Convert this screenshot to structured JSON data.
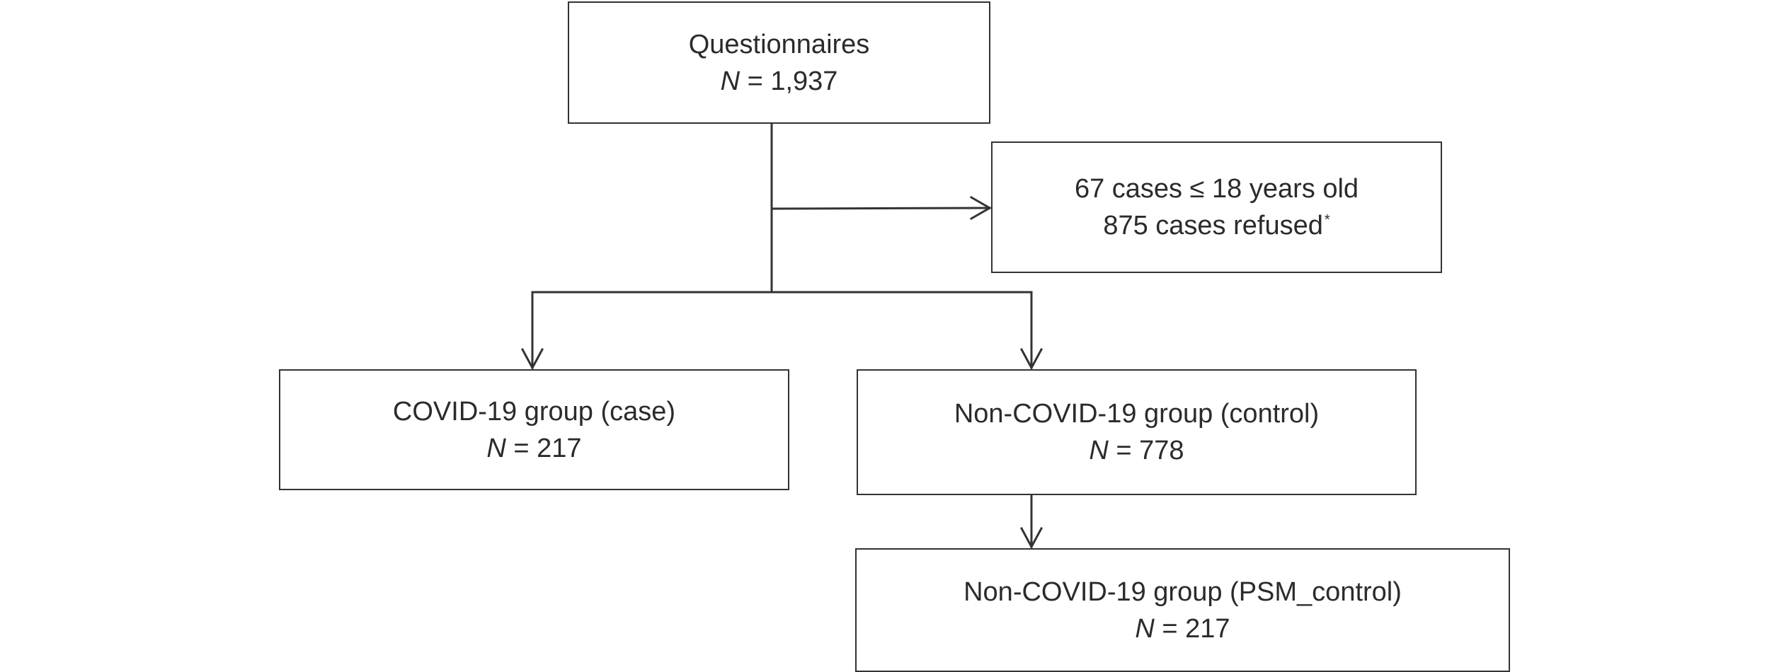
{
  "diagram": {
    "questionnaires": {
      "label": "Questionnaires",
      "n_symbol": "N",
      "n_value": " = 1,937"
    },
    "exclusions": {
      "line1": "67 cases ≤ 18 years old",
      "line2": "875 cases refused",
      "footnote_mark": "*"
    },
    "case_group": {
      "label": "COVID-19 group (case)",
      "n_symbol": "N",
      "n_value": " = 217"
    },
    "control_group": {
      "label": "Non-COVID-19 group (control)",
      "n_symbol": "N",
      "n_value": " = 778"
    },
    "psm_control_group": {
      "label": "Non-COVID-19 group (PSM_control)",
      "n_symbol": "N",
      "n_value": " = 217"
    },
    "colors": {
      "stroke": "#333333",
      "text": "#2b2b2b",
      "background": "#ffffff"
    }
  }
}
